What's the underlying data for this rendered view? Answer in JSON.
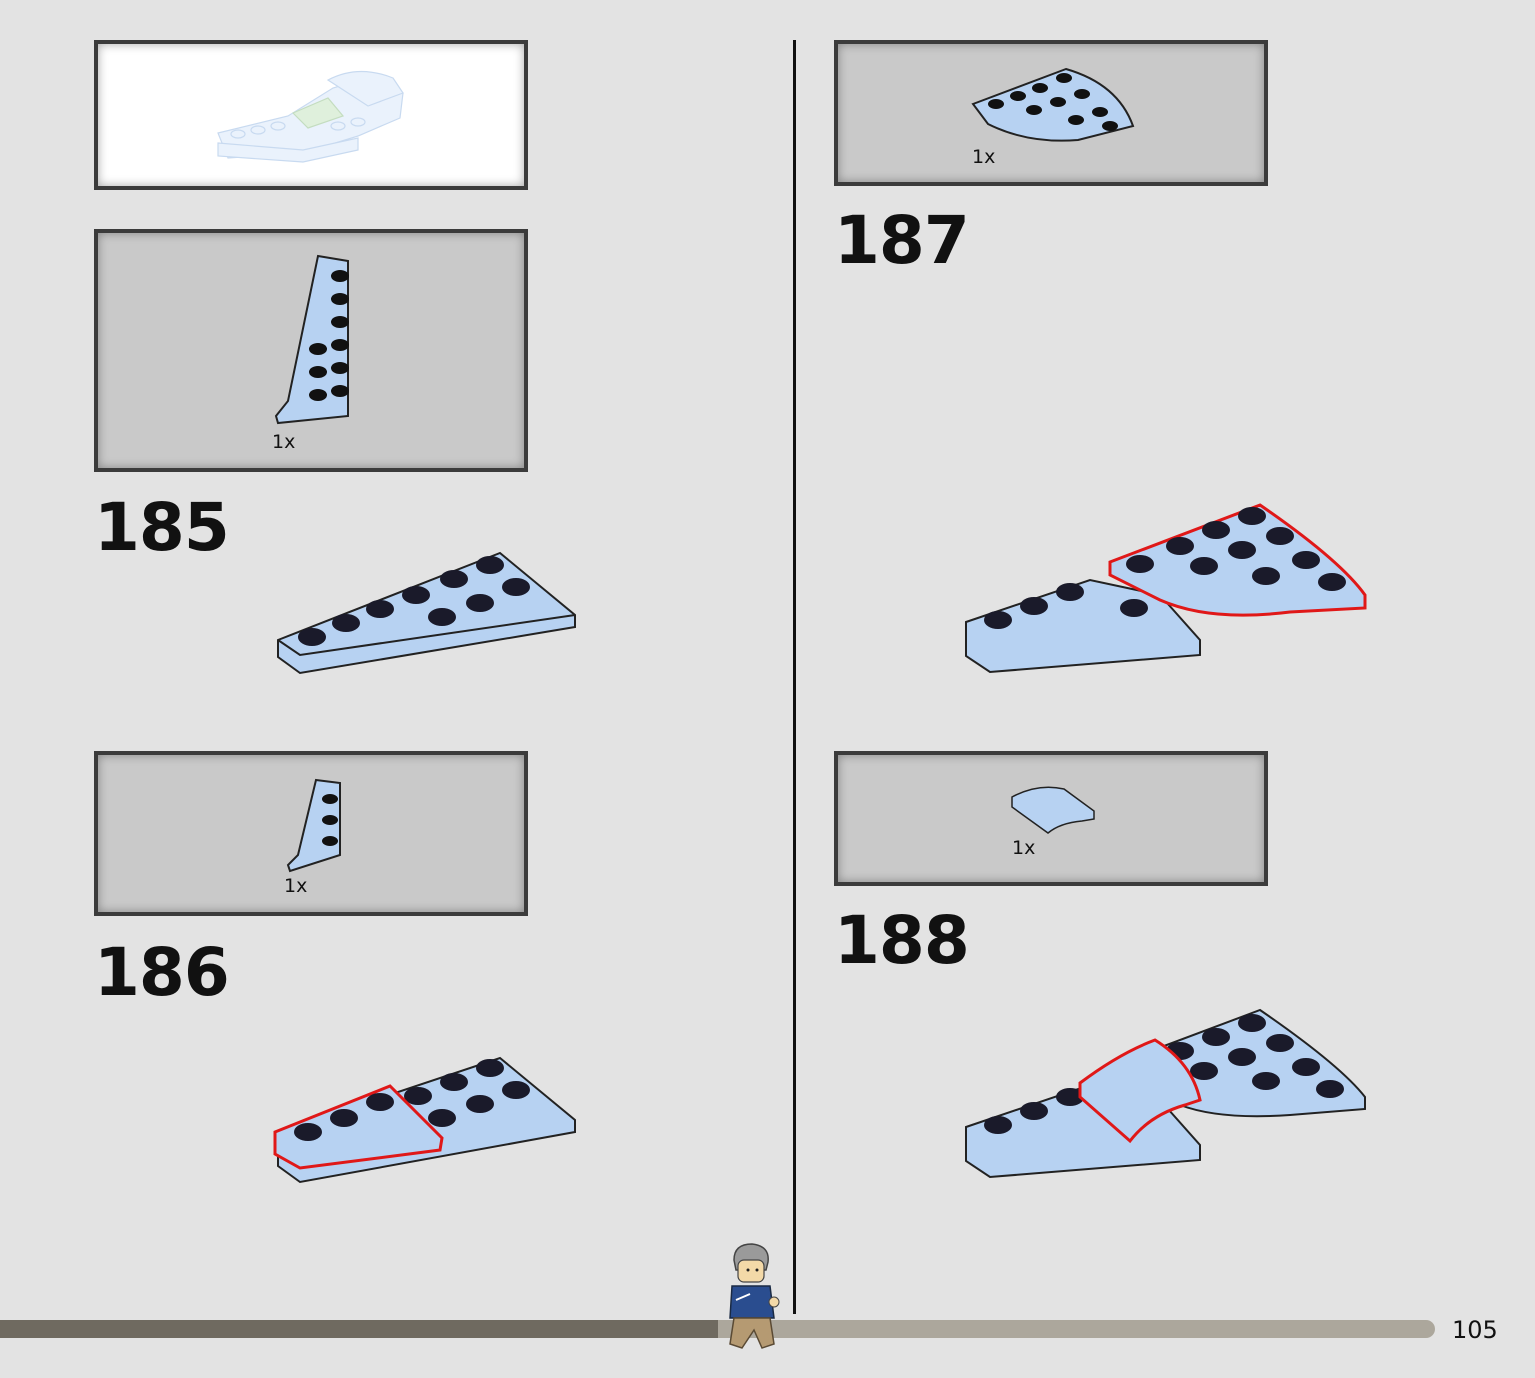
{
  "page": {
    "number": "105",
    "progress_fraction": 0.5
  },
  "steps": [
    {
      "number": "185",
      "part_quantity": "1x"
    },
    {
      "number": "186",
      "part_quantity": "1x"
    },
    {
      "number": "187",
      "part_quantity": "1x"
    },
    {
      "number": "188",
      "part_quantity": "1x"
    }
  ],
  "colors": {
    "part_blue": "#b7d2f2",
    "highlight_red": "#e01818",
    "callout_grey": "#c9c9c9",
    "background": "#e3e3e3"
  },
  "icons": [
    "minifigure-icon"
  ]
}
